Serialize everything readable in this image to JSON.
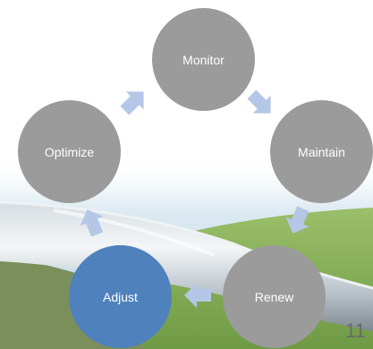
{
  "diagram": {
    "nodes": [
      {
        "id": "monitor",
        "label": "Monitor"
      },
      {
        "id": "maintain",
        "label": "Maintain"
      },
      {
        "id": "renew",
        "label": "Renew"
      },
      {
        "id": "adjust",
        "label": "Adjust"
      },
      {
        "id": "optimize",
        "label": "Optimize"
      }
    ],
    "cycle_order": [
      "monitor",
      "maintain",
      "renew",
      "adjust",
      "optimize"
    ],
    "colors": {
      "node_fill": "#9b9b9b",
      "highlight_fill": "#4f81bd",
      "arrow_fill": "#b4c7e7"
    },
    "highlighted_node": "adjust"
  },
  "page_number": "11"
}
